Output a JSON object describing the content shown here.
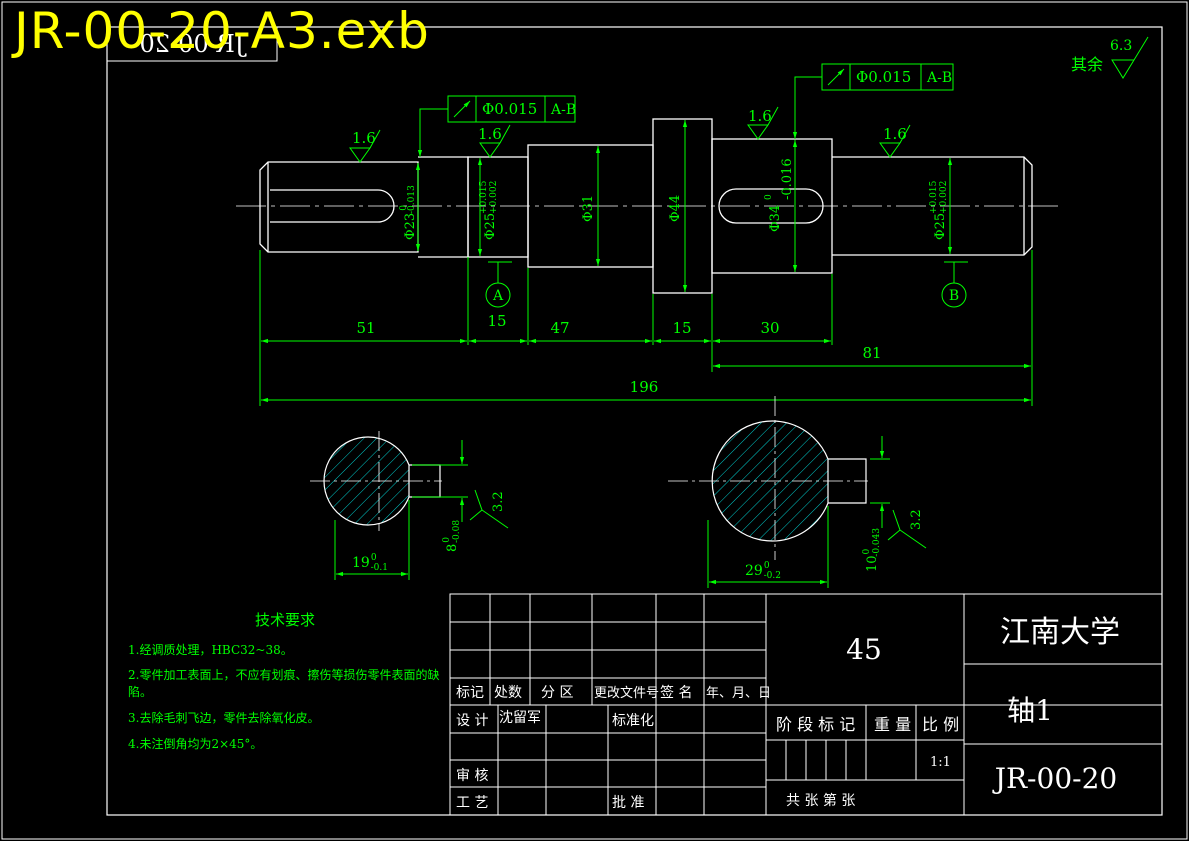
{
  "file_title": "JR-00-20-A3.exb",
  "colors": {
    "background": "#000000",
    "frame": "#ffffff",
    "geometry": "#ffffff",
    "dimension": "#00ff00",
    "hatch": "#00ffff",
    "title_text": "#ffff00"
  },
  "drawing": {
    "mirrored_code": "JR-00-20",
    "remaining_roughness_label": "其余",
    "remaining_roughness_value": "6.3",
    "tolerance_frames": [
      {
        "symbol": "↗",
        "value": "Φ0.015",
        "datum": "A-B"
      },
      {
        "symbol": "↗",
        "value": "Φ0.015",
        "datum": "A-B"
      }
    ],
    "roughness": [
      "1.6",
      "1.6",
      "1.6",
      "1.6",
      "3.2",
      "3.2"
    ],
    "diameters": [
      {
        "label": "Φ23",
        "tol_up": "0",
        "tol_low": "-0.013"
      },
      {
        "label": "Φ25",
        "tol_up": "+0.015",
        "tol_low": "+0.002"
      },
      {
        "label": "Φ31",
        "tol_up": "",
        "tol_low": ""
      },
      {
        "label": "Φ44",
        "tol_up": "",
        "tol_low": ""
      },
      {
        "label": "Φ34",
        "tol_up": "0",
        "tol_low": "-0.016"
      },
      {
        "label": "Φ25",
        "tol_up": "+0.015",
        "tol_low": "+0.002"
      }
    ],
    "datums": [
      "A",
      "B"
    ],
    "lengths": [
      "51",
      "15",
      "47",
      "15",
      "30",
      "81",
      "196"
    ],
    "section_left": {
      "width": "19",
      "width_tol_up": "0",
      "width_tol_low": "-0.1",
      "key": "8",
      "key_tol_up": "0",
      "key_tol_low": "-0.08"
    },
    "section_right": {
      "width": "29",
      "width_tol_up": "0",
      "width_tol_low": "-0.2",
      "key": "10",
      "key_tol_up": "0",
      "key_tol_low": "-0.043"
    }
  },
  "tech_req": {
    "title": "技术要求",
    "items": [
      "1.经调质处理，HBC32~38。",
      "2.零件加工表面上，不应有划痕、擦伤等损伤零件表面的缺",
      "陷。",
      "3.去除毛刺飞边，零件去除氧化皮。",
      "4.未注倒角均为2×45°。"
    ]
  },
  "title_block": {
    "material": "45",
    "school": "江南大学",
    "part_name": "轴1",
    "drawing_no": "JR-00-20",
    "row_labels": [
      "标记",
      "处数",
      "分 区",
      "更改文件号",
      "签 名",
      "年、月、日"
    ],
    "design_label": "设 计",
    "designer": "沈留军",
    "standard_label": "标准化",
    "review_label": "审 核",
    "process_label": "工 艺",
    "approve_label": "批 准",
    "stage_label": "阶 段 标 记",
    "weight_label": "重 量",
    "scale_label": "比 例",
    "scale": "1:1",
    "sheet_label": "共    张  第    张"
  }
}
